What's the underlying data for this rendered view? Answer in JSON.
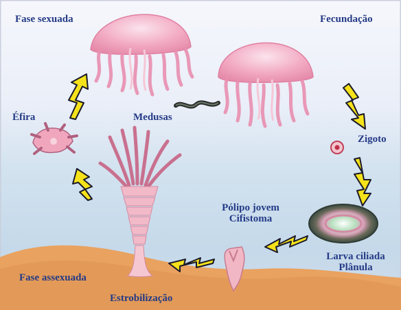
{
  "labels": {
    "fase_sexuada": "Fase sexuada",
    "fecundacao": "Fecundação",
    "efira": "Éfira",
    "medusas": "Medusas",
    "zigoto": "Zigoto",
    "polipo_line1": "Pólipo jovem",
    "polipo_line2": "Cifistoma",
    "larva_line1": "Larva ciliada",
    "larva_line2": "Plânula",
    "fase_assexuada": "Fase assexuada",
    "estrobilizacao": "Estrobilização"
  },
  "colors": {
    "sky_top": "#f3f5fb",
    "water": "#cfe0ee",
    "sand": "#e8a05c",
    "label_text": "#243a86",
    "arrow_fill": "#f5e21a",
    "arrow_stroke": "#1a1a2a",
    "medusa": "#f2a6c0"
  },
  "icons": [
    "medusa-icon",
    "medusa-icon",
    "sperm-icon",
    "zygote-icon",
    "planula-icon",
    "polyp-icon",
    "strobila-icon",
    "ephyra-icon",
    "arrow-icon"
  ]
}
